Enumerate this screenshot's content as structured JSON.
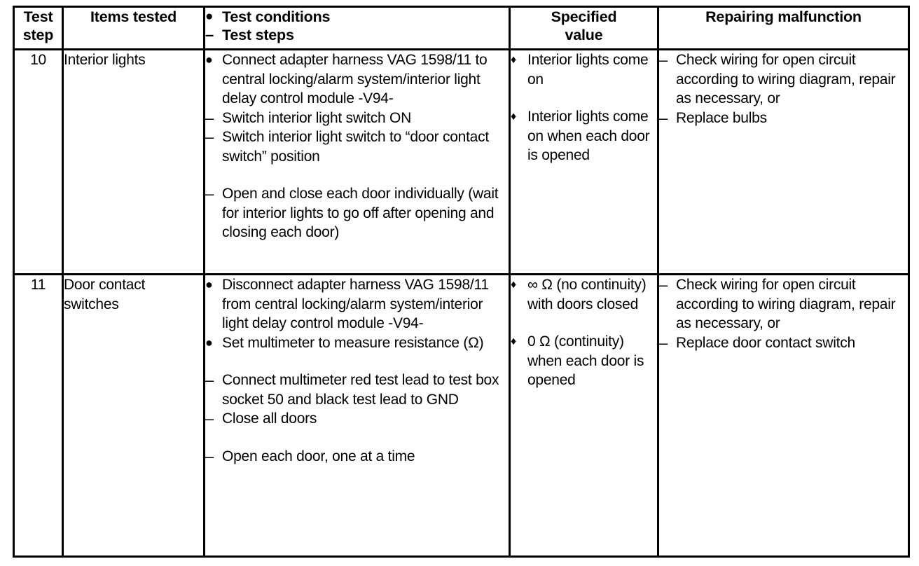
{
  "table": {
    "headers": {
      "test_step": {
        "line1": "Test",
        "line2": "step"
      },
      "items_tested": "Items tested",
      "test_conditions": {
        "marker_1": "●",
        "line_1": "Test conditions",
        "marker_2": "–",
        "line_2": "Test steps"
      },
      "specified_value": {
        "line1": "Specified",
        "line2": "value"
      },
      "repairing_malfunction": "Repairing malfunction"
    },
    "rows": [
      {
        "test_step": "10",
        "items_tested": "Interior lights",
        "test_conditions": [
          {
            "marker": "●",
            "text": "Connect adapter harness VAG 1598/11 to central locking/alarm system/interior light delay control module -V94-",
            "spaced": false
          },
          {
            "marker": "–",
            "text": "Switch interior light switch ON",
            "spaced": false
          },
          {
            "marker": "–",
            "text": "Switch interior light switch to “door contact switch” position",
            "spaced": false
          },
          {
            "marker": "–",
            "text": "Open and close each door individually (wait for interior lights to go off after opening and closing each door)",
            "spaced": true
          }
        ],
        "specified_value": [
          {
            "marker": "♦",
            "text": "Interior lights come on",
            "spaced": false
          },
          {
            "marker": "♦",
            "text": "Interior lights come on when each door is opened",
            "spaced": true
          }
        ],
        "repairing_malfunction": [
          {
            "marker": "–",
            "text": "Check wiring for open circuit according to wiring diagram, repair as necessary, or",
            "spaced": false
          },
          {
            "marker": "–",
            "text": "Replace bulbs",
            "spaced": false
          }
        ]
      },
      {
        "test_step": "11",
        "items_tested": "Door contact switches",
        "test_conditions": [
          {
            "marker": "●",
            "text": "Disconnect adapter harness VAG 1598/11 from central locking/alarm system/interior light delay control module -V94-",
            "spaced": false
          },
          {
            "marker": "●",
            "text": "Set multimeter to measure resistance (Ω)",
            "spaced": false
          },
          {
            "marker": "–",
            "text": "Connect multimeter red test lead to test box socket 50 and black test lead to GND",
            "spaced": true
          },
          {
            "marker": "–",
            "text": "Close all doors",
            "spaced": false
          },
          {
            "marker": "–",
            "text": "Open each door, one at a time",
            "spaced": true
          }
        ],
        "specified_value": [
          {
            "marker": "♦",
            "text": "∞ Ω (no continuity) with doors closed",
            "spaced": false
          },
          {
            "marker": "♦",
            "text": "0 Ω (continuity) when each door is opened",
            "spaced": true
          }
        ],
        "repairing_malfunction": [
          {
            "marker": "–",
            "text": "Check wiring for open circuit according to wiring diagram, repair as necessary, or",
            "spaced": false
          },
          {
            "marker": "–",
            "text": "Replace door contact switch",
            "spaced": false
          }
        ]
      }
    ]
  },
  "colors": {
    "border": "#000000",
    "text": "#000000",
    "background": "#ffffff"
  }
}
